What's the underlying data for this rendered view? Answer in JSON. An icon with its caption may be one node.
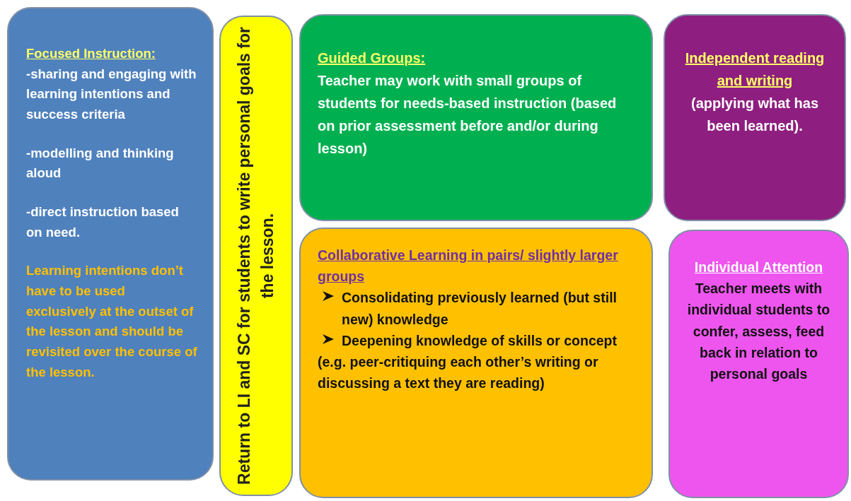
{
  "diagram": {
    "nodes": [
      {
        "text": [
          "Focused Instruction:",
          "-sharing and engaging with learning intentions and success criteria",
          "-modelling and thinking aloud",
          "-direct instruction based on need.",
          "Learning intentions don’t have to be used exclusively at the outset of the lesson and should be revisited over the course of the lesson."
        ]
      },
      {
        "text": [
          "Return to LI and SC for students to write personal goals for the lesson."
        ]
      },
      {
        "text": [
          "Guided Groups:",
          "Teacher may work with small groups of students for needs-based instruction (based on prior assessment before and/or during lesson)"
        ]
      },
      {
        "text": [
          "Independent reading and writing",
          "(applying what has been learned)."
        ]
      },
      {
        "text": [
          "Collaborative Learning in pairs/ slightly larger groups",
          "Consolidating previously learned (but still new) knowledge",
          "Deepening knowledge of skills or concept",
          "(e.g. peer-critiquing each other’s writing or discussing a text they are reading)"
        ]
      },
      {
        "text": [
          "Individual Attention",
          "Teacher meets with individual students to confer, assess, feed back in relation to personal goals"
        ]
      }
    ],
    "edges": []
  }
}
